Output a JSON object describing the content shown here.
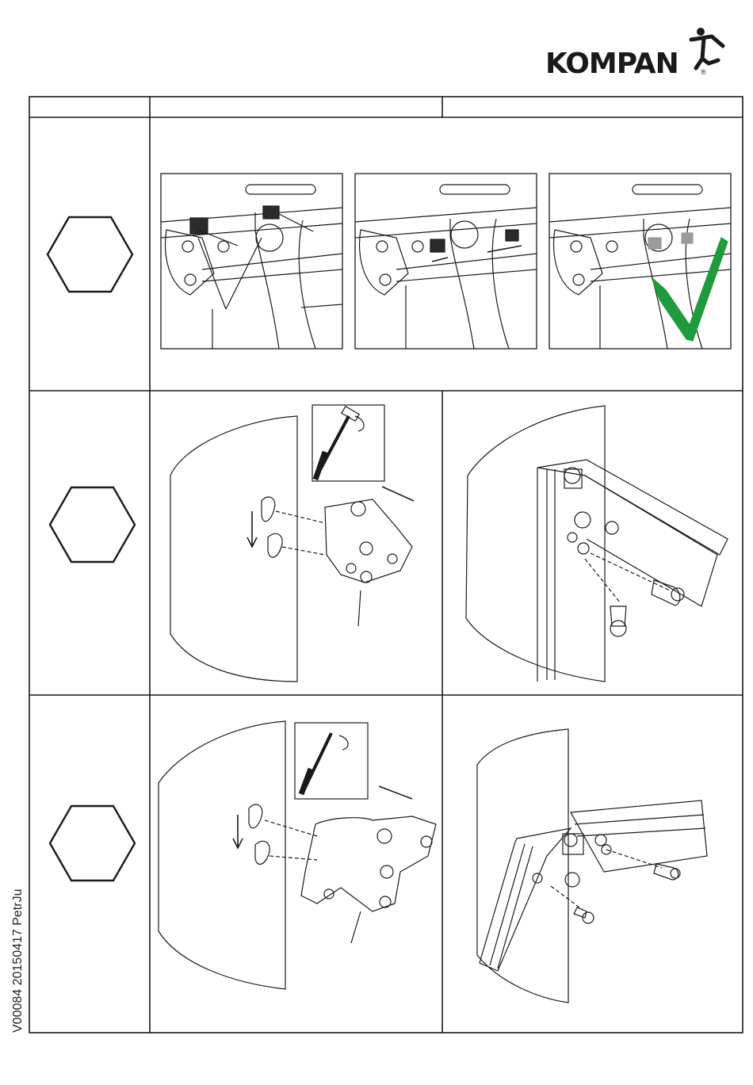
{
  "brand": {
    "name": "KOMPAN",
    "registered_mark": "®"
  },
  "footer": {
    "document_code": "V00084  20150417  PetrJu"
  },
  "colors": {
    "ink": "#1a1a1a",
    "check_green": "#1f9a3c",
    "grey_fill": "#9a9a9a"
  },
  "table": {
    "header_columns": [
      "",
      "",
      ""
    ],
    "rows": [
      {
        "step_icon": "hexagon-icon",
        "panels": [
          "clip-insert-panel",
          "clip-slide-panel",
          "clip-done-panel"
        ]
      },
      {
        "step_icon": "hexagon-icon",
        "panels": [
          "bracket-mount-panel",
          "bolt-fastening-panel"
        ]
      },
      {
        "step_icon": "hexagon-icon",
        "panels": [
          "bracket-mount-panel",
          "bolt-fastening-panel"
        ]
      }
    ]
  },
  "icons": [
    "hexagon-icon",
    "screwdriver-icon",
    "arrow-icon",
    "checkmark-icon",
    "bolt-icon",
    "clamp-icon"
  ]
}
